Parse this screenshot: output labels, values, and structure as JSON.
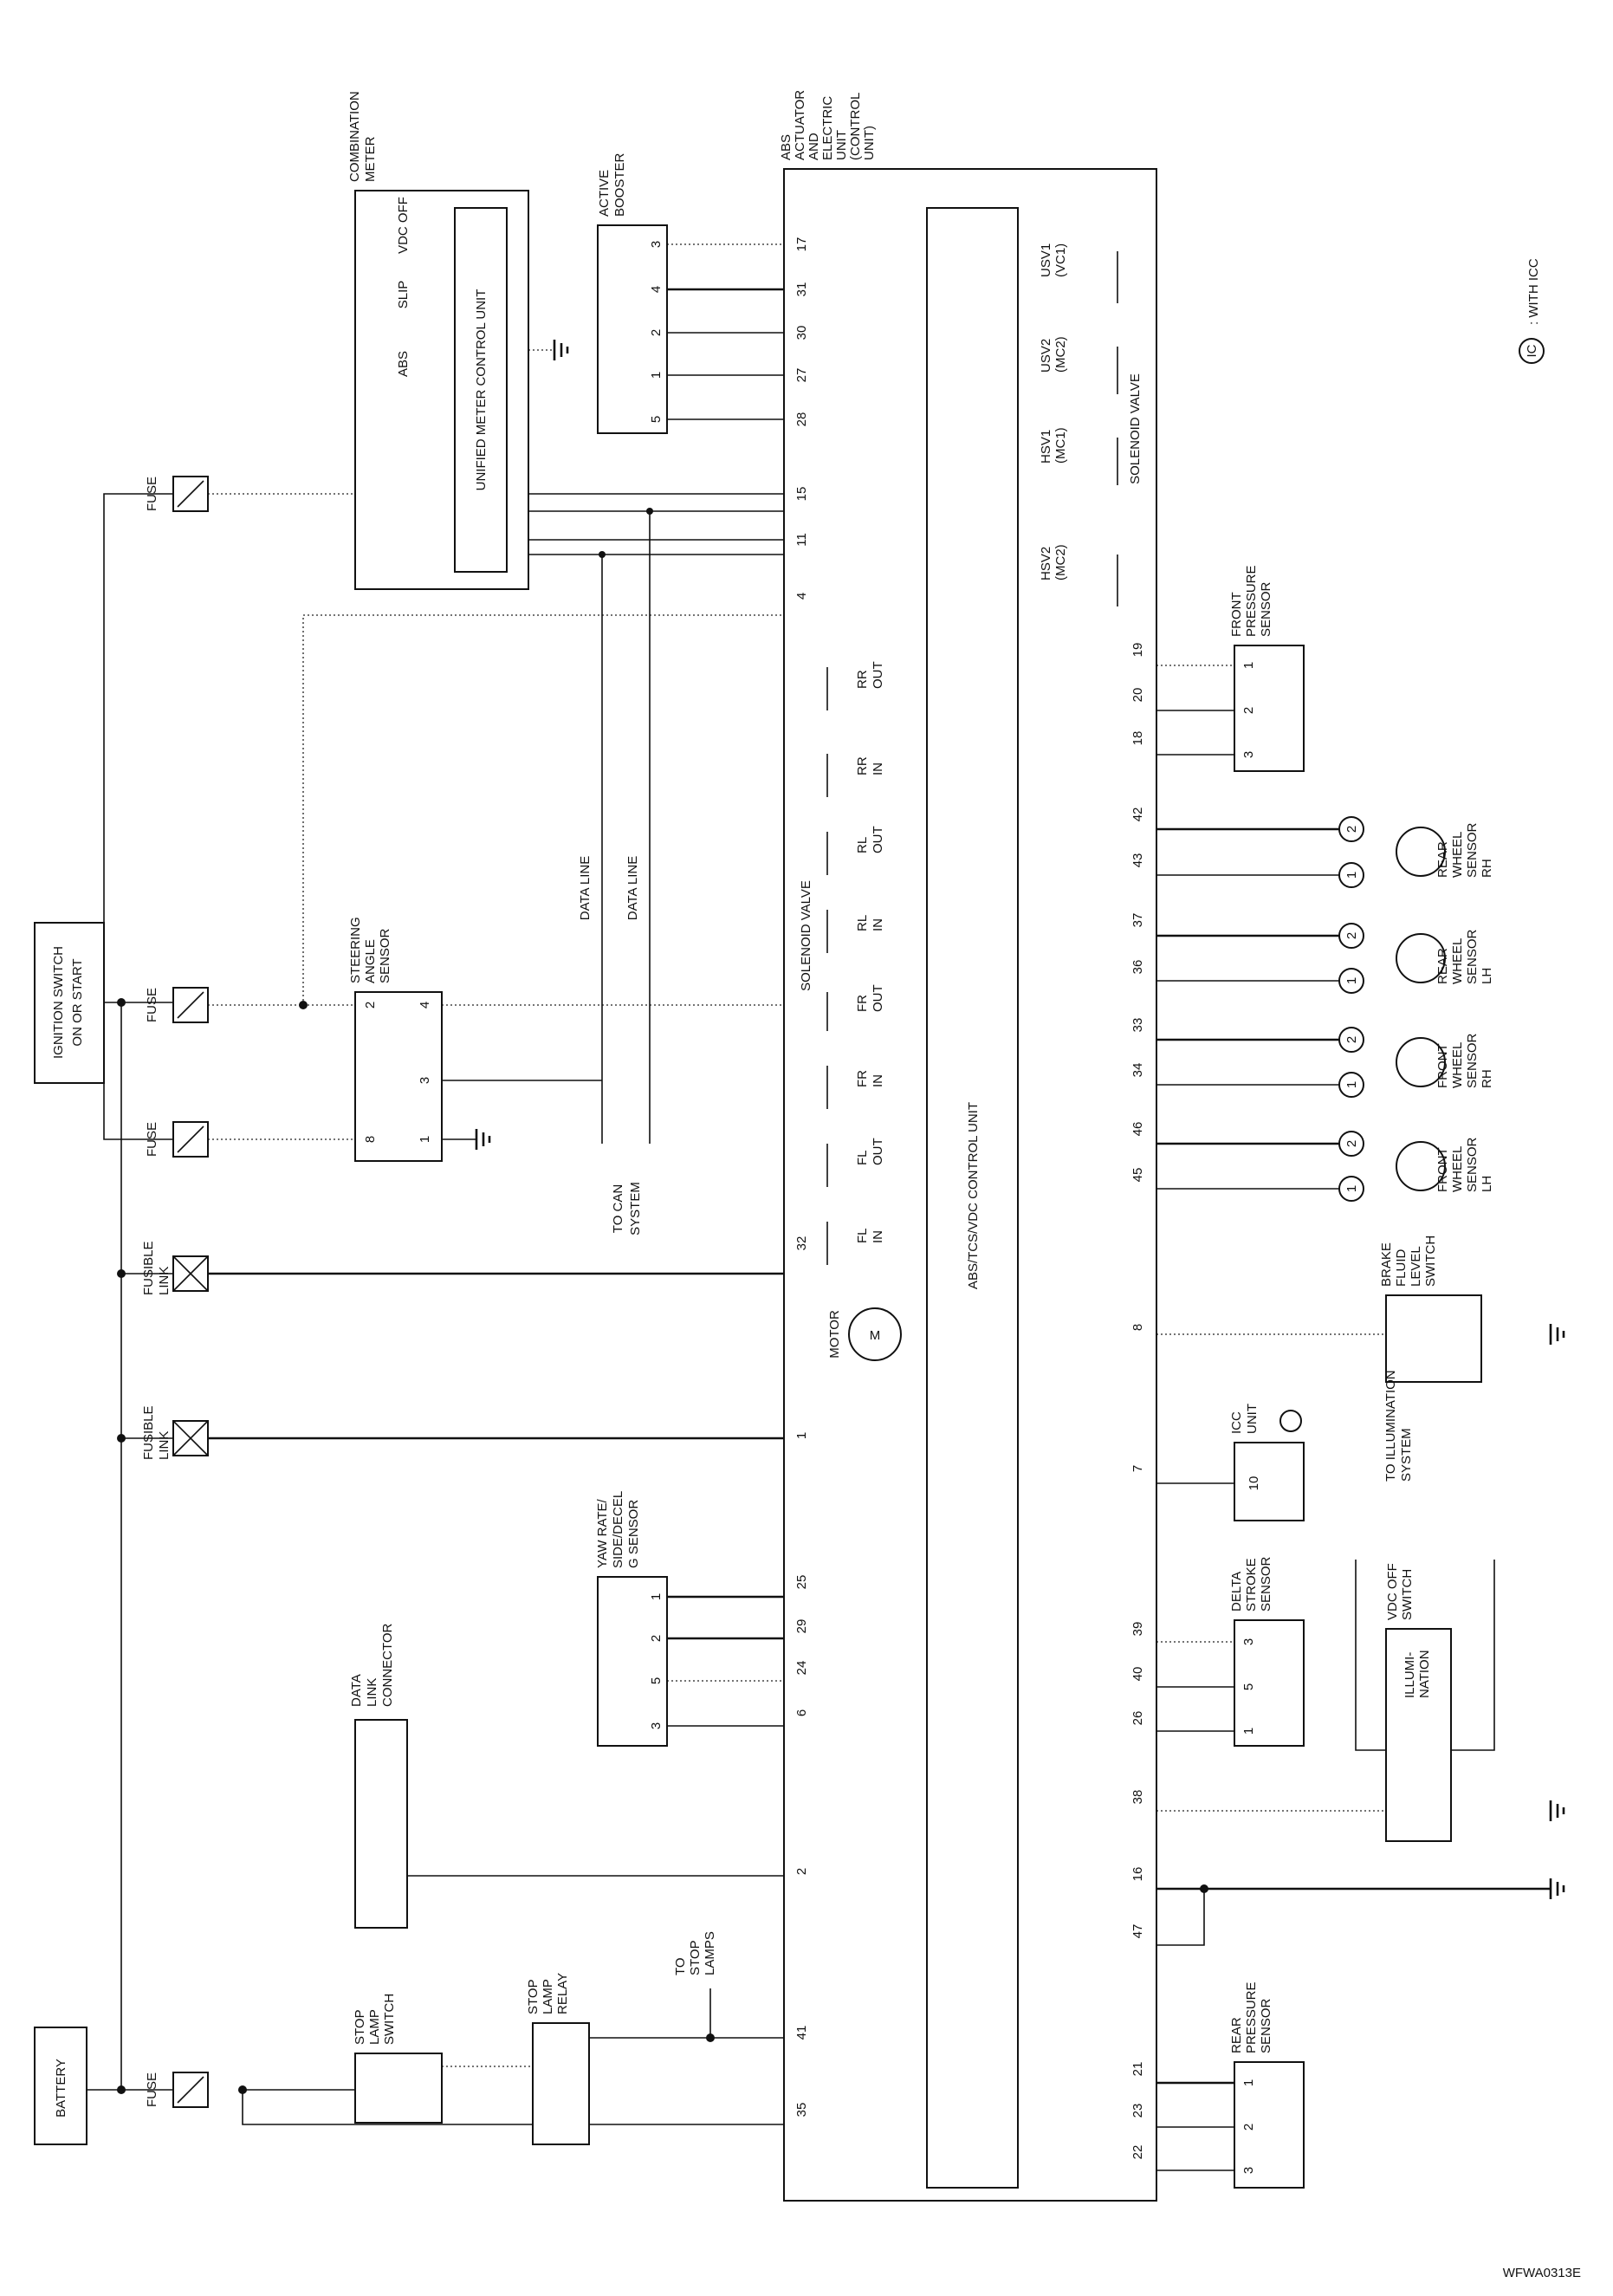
{
  "diagram": {
    "page_id": "WFWA0313E",
    "legend": {
      "code": "IC",
      "text": ": WITH ICC"
    },
    "components": {
      "battery": "BATTERY",
      "ignition": [
        "IGNITION SWITCH",
        "ON OR START"
      ],
      "fuse": "FUSE",
      "fusible_link": [
        "FUSIBLE",
        "LINK"
      ],
      "combination_meter": [
        "COMBINATION",
        "METER"
      ],
      "unified_meter": "UNIFIED METER CONTROL UNIT",
      "meter_lamps": [
        "ABS",
        "SLIP",
        "VDC\nOFF"
      ],
      "active_booster": [
        "ACTIVE",
        "BOOSTER"
      ],
      "abs_actuator": [
        "ABS",
        "ACTUATOR",
        "AND",
        "ELECTRIC",
        "UNIT",
        "(CONTROL",
        "UNIT)"
      ],
      "control_unit": "ABS/TCS/VDC CONTROL UNIT",
      "solenoid_valve": "SOLENOID VALVE",
      "usv1": [
        "USV1",
        "(VC1)"
      ],
      "usv2": [
        "USV2",
        "(MC2)"
      ],
      "hsv1": [
        "HSV1",
        "(MC1)"
      ],
      "hsv2": [
        "HSV2",
        "(MC2)"
      ],
      "front_pressure": [
        "FRONT",
        "PRESSURE",
        "SENSOR"
      ],
      "rear_pressure": [
        "REAR",
        "PRESSURE",
        "SENSOR"
      ],
      "steering_angle": [
        "STEERING",
        "ANGLE",
        "SENSOR"
      ],
      "data_line": "DATA LINE",
      "to_can": [
        "TO CAN",
        "SYSTEM"
      ],
      "motor": "MOTOR",
      "motor_symbol": "M",
      "yaw_sensor": [
        "YAW RATE/",
        "SIDE/DECEL",
        "G SENSOR"
      ],
      "data_link": [
        "DATA",
        "LINK",
        "CONNECTOR"
      ],
      "stop_lamp_switch": [
        "STOP",
        "LAMP",
        "SWITCH"
      ],
      "stop_lamp_relay": [
        "STOP",
        "LAMP",
        "RELAY"
      ],
      "to_stop_lamps": [
        "TO",
        "STOP",
        "LAMPS"
      ],
      "brake_fluid": [
        "BRAKE",
        "FLUID",
        "LEVEL",
        "SWITCH"
      ],
      "icc_unit": [
        "ICC",
        "UNIT"
      ],
      "delta_stroke": [
        "DELTA",
        "STROKE",
        "SENSOR"
      ],
      "to_illumination": [
        "TO ILLUMINATION",
        "SYSTEM"
      ],
      "vdc_off_switch": [
        "VDC OFF",
        "SWITCH"
      ],
      "illumination": [
        "ILLUMI-",
        "NATION"
      ],
      "wheel_sensors": [
        [
          "REAR",
          "WHEEL",
          "SENSOR",
          "RH"
        ],
        [
          "REAR",
          "WHEEL",
          "SENSOR",
          "LH"
        ],
        [
          "FRONT",
          "WHEEL",
          "SENSOR",
          "RH"
        ],
        [
          "FRONT",
          "WHEEL",
          "SENSOR",
          "LH"
        ]
      ],
      "solenoids": [
        [
          "RR",
          "OUT"
        ],
        [
          "RR",
          "IN"
        ],
        [
          "RL",
          "OUT"
        ],
        [
          "RL",
          "IN"
        ],
        [
          "FR",
          "OUT"
        ],
        [
          "FR",
          "IN"
        ],
        [
          "FL",
          "OUT"
        ],
        [
          "FL",
          "IN"
        ]
      ]
    },
    "pins": {
      "abs_left": [
        [
          "17",
          282
        ],
        [
          "31",
          334
        ],
        [
          "30",
          384
        ],
        [
          "27",
          433
        ],
        [
          "28",
          484
        ],
        [
          "15",
          570
        ],
        [
          "11",
          623
        ],
        [
          "4",
          688
        ],
        [
          "32",
          1435
        ],
        [
          "1",
          1657
        ],
        [
          "25",
          1826
        ],
        [
          "29",
          1877
        ],
        [
          "24",
          1925
        ],
        [
          "6",
          1977
        ],
        [
          "2",
          2160
        ],
        [
          "41",
          2346
        ],
        [
          "35",
          2435
        ]
      ],
      "abs_right": [
        [
          "19",
          750
        ],
        [
          "20",
          802
        ],
        [
          "18",
          852
        ],
        [
          "42",
          940
        ],
        [
          "43",
          993
        ],
        [
          "37",
          1062
        ],
        [
          "36",
          1116
        ],
        [
          "33",
          1183
        ],
        [
          "34",
          1235
        ],
        [
          "46",
          1303
        ],
        [
          "45",
          1356
        ],
        [
          "8",
          1532
        ],
        [
          "7",
          1695
        ],
        [
          "39",
          1880
        ],
        [
          "40",
          1932
        ],
        [
          "26",
          1983
        ],
        [
          "38",
          2074
        ],
        [
          "16",
          2163
        ],
        [
          "47",
          2229
        ],
        [
          "21",
          2388
        ],
        [
          "23",
          2436
        ],
        [
          "22",
          2484
        ]
      ],
      "active_booster": [
        [
          "3",
          282
        ],
        [
          "4",
          334
        ],
        [
          "2",
          384
        ],
        [
          "1",
          433
        ],
        [
          "5",
          484
        ]
      ],
      "front_pressure": [
        [
          "1",
          768
        ],
        [
          "2",
          820
        ],
        [
          "3",
          871
        ]
      ],
      "rear_pressure": [
        [
          "1",
          2404
        ],
        [
          "2",
          2455
        ],
        [
          "3",
          2505
        ]
      ],
      "steering": [
        "2",
        "4",
        "3",
        "8",
        "1"
      ],
      "yaw": [
        [
          "1",
          1843
        ],
        [
          "2",
          1891
        ],
        [
          "5",
          1940
        ],
        [
          "3",
          1992
        ]
      ],
      "delta": [
        [
          "3",
          1895
        ],
        [
          "5",
          1947
        ],
        [
          "1",
          1998
        ]
      ],
      "icc": "10",
      "wheel_pins": [
        "2",
        "1"
      ]
    }
  }
}
